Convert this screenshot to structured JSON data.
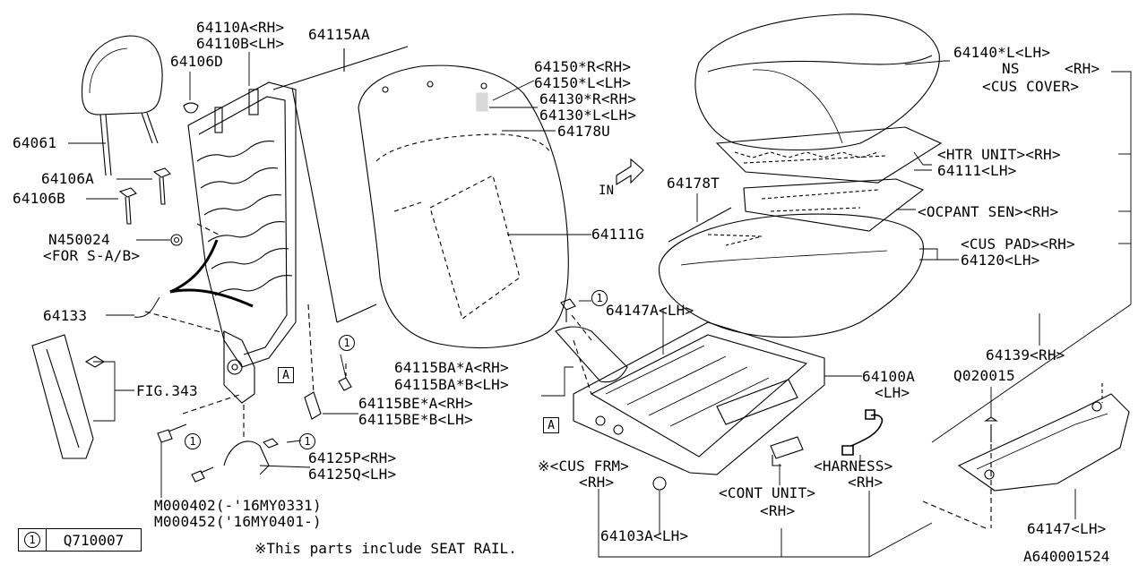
{
  "diagram_id": "A640001524",
  "legend": {
    "symbol": "1",
    "part": "Q710007"
  },
  "note": "※This parts include SEAT RAIL.",
  "labels": {
    "l64110a": "64110A<RH>",
    "l64110b": "64110B<LH>",
    "l64115aa": "64115AA",
    "l64106d": "64106D",
    "l64061": "64061",
    "l64106a": "64106A",
    "l64106b": "64106B",
    "ln450024": "N450024",
    "lfor_sab": "<FOR S-A/B>",
    "l64133": "64133",
    "lfig343": "FIG.343",
    "l64150r": "64150*R<RH>",
    "l64150l": "64150*L<LH>",
    "l64130r": "64130*R<RH>",
    "l64130l": "64130*L<LH>",
    "l64178u": "64178U",
    "l64111g": "64111G",
    "l64178t": "64178T",
    "l64140l": "64140*L<LH>",
    "lns": "NS",
    "lns_rh": "<RH>",
    "lcus_cover": "<CUS COVER>",
    "lhtr_unit": "<HTR UNIT><RH>",
    "l64111": "64111<LH>",
    "locpant": "<OCPANT SEN><RH>",
    "lcus_pad": "<CUS PAD><RH>",
    "l64120": "64120<LH>",
    "l64147a": "64147A<LH>",
    "l64115bara": "64115BA*A<RH>",
    "l64115barb": "64115BA*B<LH>",
    "l64115bea": "64115BE*A<RH>",
    "l64115beb": "64115BE*B<LH>",
    "l64125p": "64125P<RH>",
    "l64125q": "64125Q<LH>",
    "lm000402": "M000402(-'16MY0331)",
    "lm000452": "M000452('16MY0401-)",
    "l64100a": "64100A",
    "l64100a_lh": "<LH>",
    "l64139": "64139<RH>",
    "lq020015": "Q020015",
    "lcus_frm": "※<CUS FRM>",
    "lcus_frm_rh": "<RH>",
    "lcont_unit": "<CONT UNIT>",
    "lcont_unit_rh": "<RH>",
    "lharness": "<HARNESS>",
    "lharness_rh": "<RH>",
    "l64103a": "64103A<LH>",
    "l64147": "64147<LH>",
    "in_arrow": "IN",
    "ref_a": "A",
    "circle_ref": "1"
  }
}
